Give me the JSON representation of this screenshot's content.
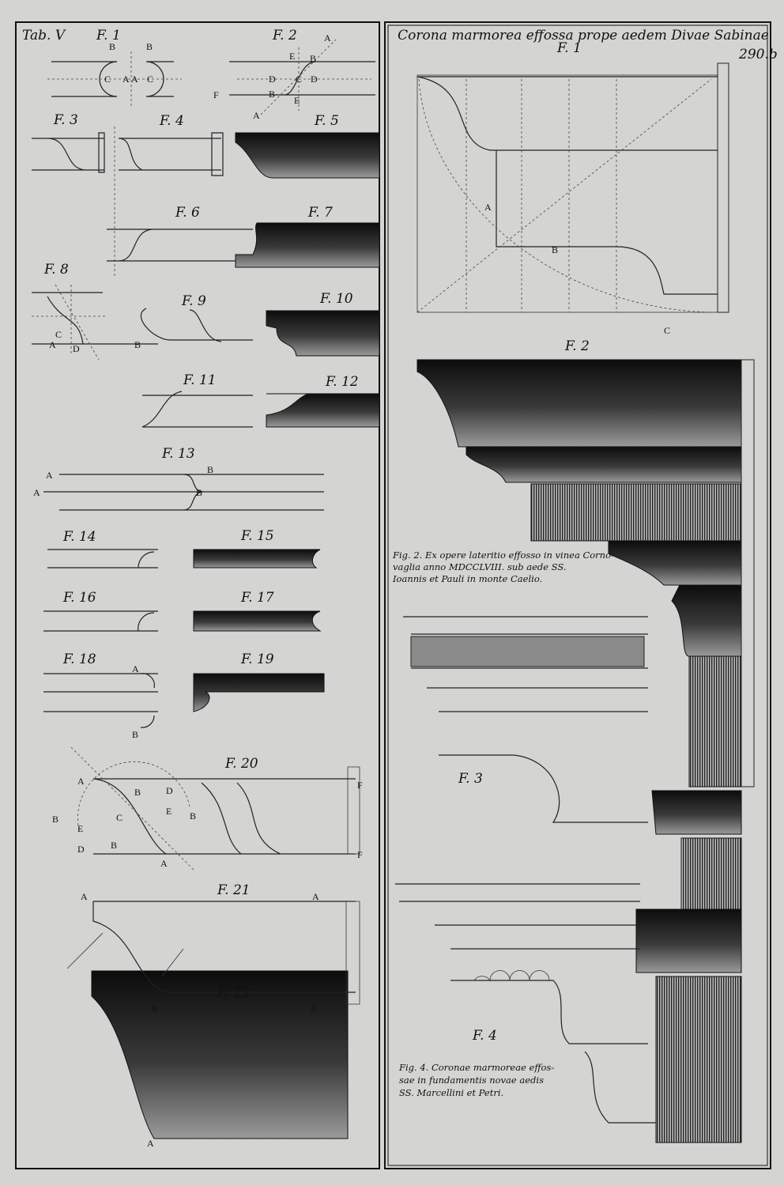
{
  "plate": {
    "table_label": "Tab. V",
    "page_number": "290.b",
    "right_title": "Corona marmorea effossa prope aedem Divae Sabinae"
  },
  "left_figures": [
    "F. 1",
    "F. 2",
    "F. 3",
    "F. 4",
    "F. 5",
    "F. 6",
    "F. 7",
    "F. 8",
    "F. 9",
    "F. 10",
    "F. 11",
    "F. 12",
    "F. 13",
    "F. 14",
    "F. 15",
    "F. 16",
    "F. 17",
    "F. 18",
    "F. 19",
    "F. 20",
    "F. 21",
    "F. 22"
  ],
  "right_figures": [
    "F. 1",
    "F. 2",
    "F. 3",
    "F. 4"
  ],
  "letters": {
    "f1": [
      "B",
      "B",
      "C",
      "A",
      "A",
      "C"
    ],
    "f2": [
      "A",
      "E",
      "B",
      "D",
      "C",
      "D",
      "B",
      "E",
      "F",
      "A"
    ],
    "f8": [
      "C",
      "A",
      "D",
      "B"
    ],
    "f13": [
      "A",
      "A",
      "B",
      "B"
    ],
    "f18": [
      "A",
      "B"
    ],
    "f20": [
      "A",
      "B",
      "D",
      "E",
      "B",
      "B",
      "E",
      "C",
      "D",
      "B",
      "A",
      "F",
      "F"
    ],
    "f21": [
      "A",
      "A",
      "B",
      "B"
    ],
    "f22": [
      "A"
    ],
    "r1": [
      "A",
      "B",
      "C"
    ]
  },
  "captions": {
    "fig2": [
      "Fig. 2. Ex opere lateritio effosso in vinea Corno-",
      "vaglia anno MDCCLVIII. sub aede SS.",
      "Ioannis et Pauli in monte Caelio."
    ],
    "fig4": [
      "Fig. 4. Coronae marmoreae effos-",
      "sae in fundamentis novae aedis",
      "SS. Marcellini et Petri."
    ]
  }
}
